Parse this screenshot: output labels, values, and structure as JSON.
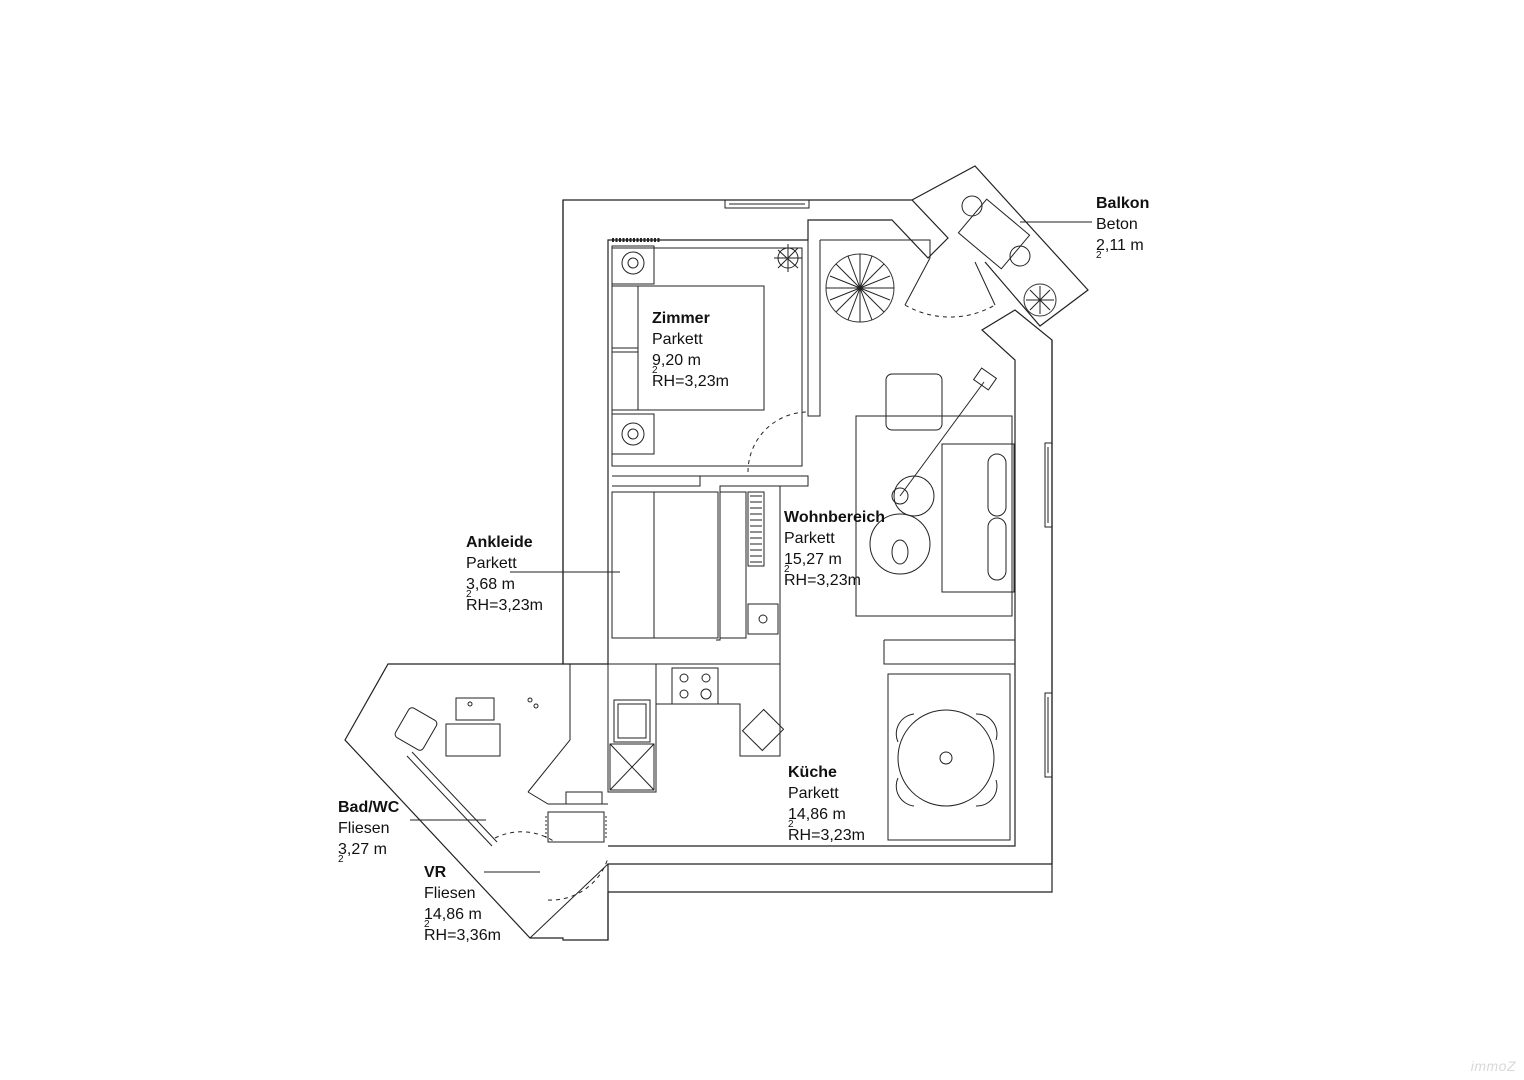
{
  "rooms": [
    {
      "id": "zimmer",
      "name": "Zimmer",
      "floor": "Parkett",
      "area_value": "9,20 m",
      "area_sup": "2",
      "height": "RH=3,23m"
    },
    {
      "id": "wohnbereich",
      "name": "Wohnbereich",
      "floor": "Parkett",
      "area_value": "15,27 m",
      "area_sup": "2",
      "height": "RH=3,23m"
    },
    {
      "id": "ankleide",
      "name": "Ankleide",
      "floor": "Parkett",
      "area_value": "3,68 m",
      "area_sup": "2",
      "height": "RH=3,23m"
    },
    {
      "id": "kueche",
      "name": "Küche",
      "floor": "Parkett",
      "area_value": "14,86 m",
      "area_sup": "2",
      "height": "RH=3,23m"
    },
    {
      "id": "badwc",
      "name": "Bad/WC",
      "floor": "Fliesen",
      "area_value": "3,27 m",
      "area_sup": "2",
      "height": ""
    },
    {
      "id": "vr",
      "name": "VR",
      "floor": "Fliesen",
      "area_value": "14,86 m",
      "area_sup": "2",
      "height": "RH=3,36m"
    },
    {
      "id": "balkon",
      "name": "Balkon",
      "floor": "Beton",
      "area_value": "2,11 m",
      "area_sup": "2",
      "height": ""
    }
  ],
  "watermark": "immoZ"
}
